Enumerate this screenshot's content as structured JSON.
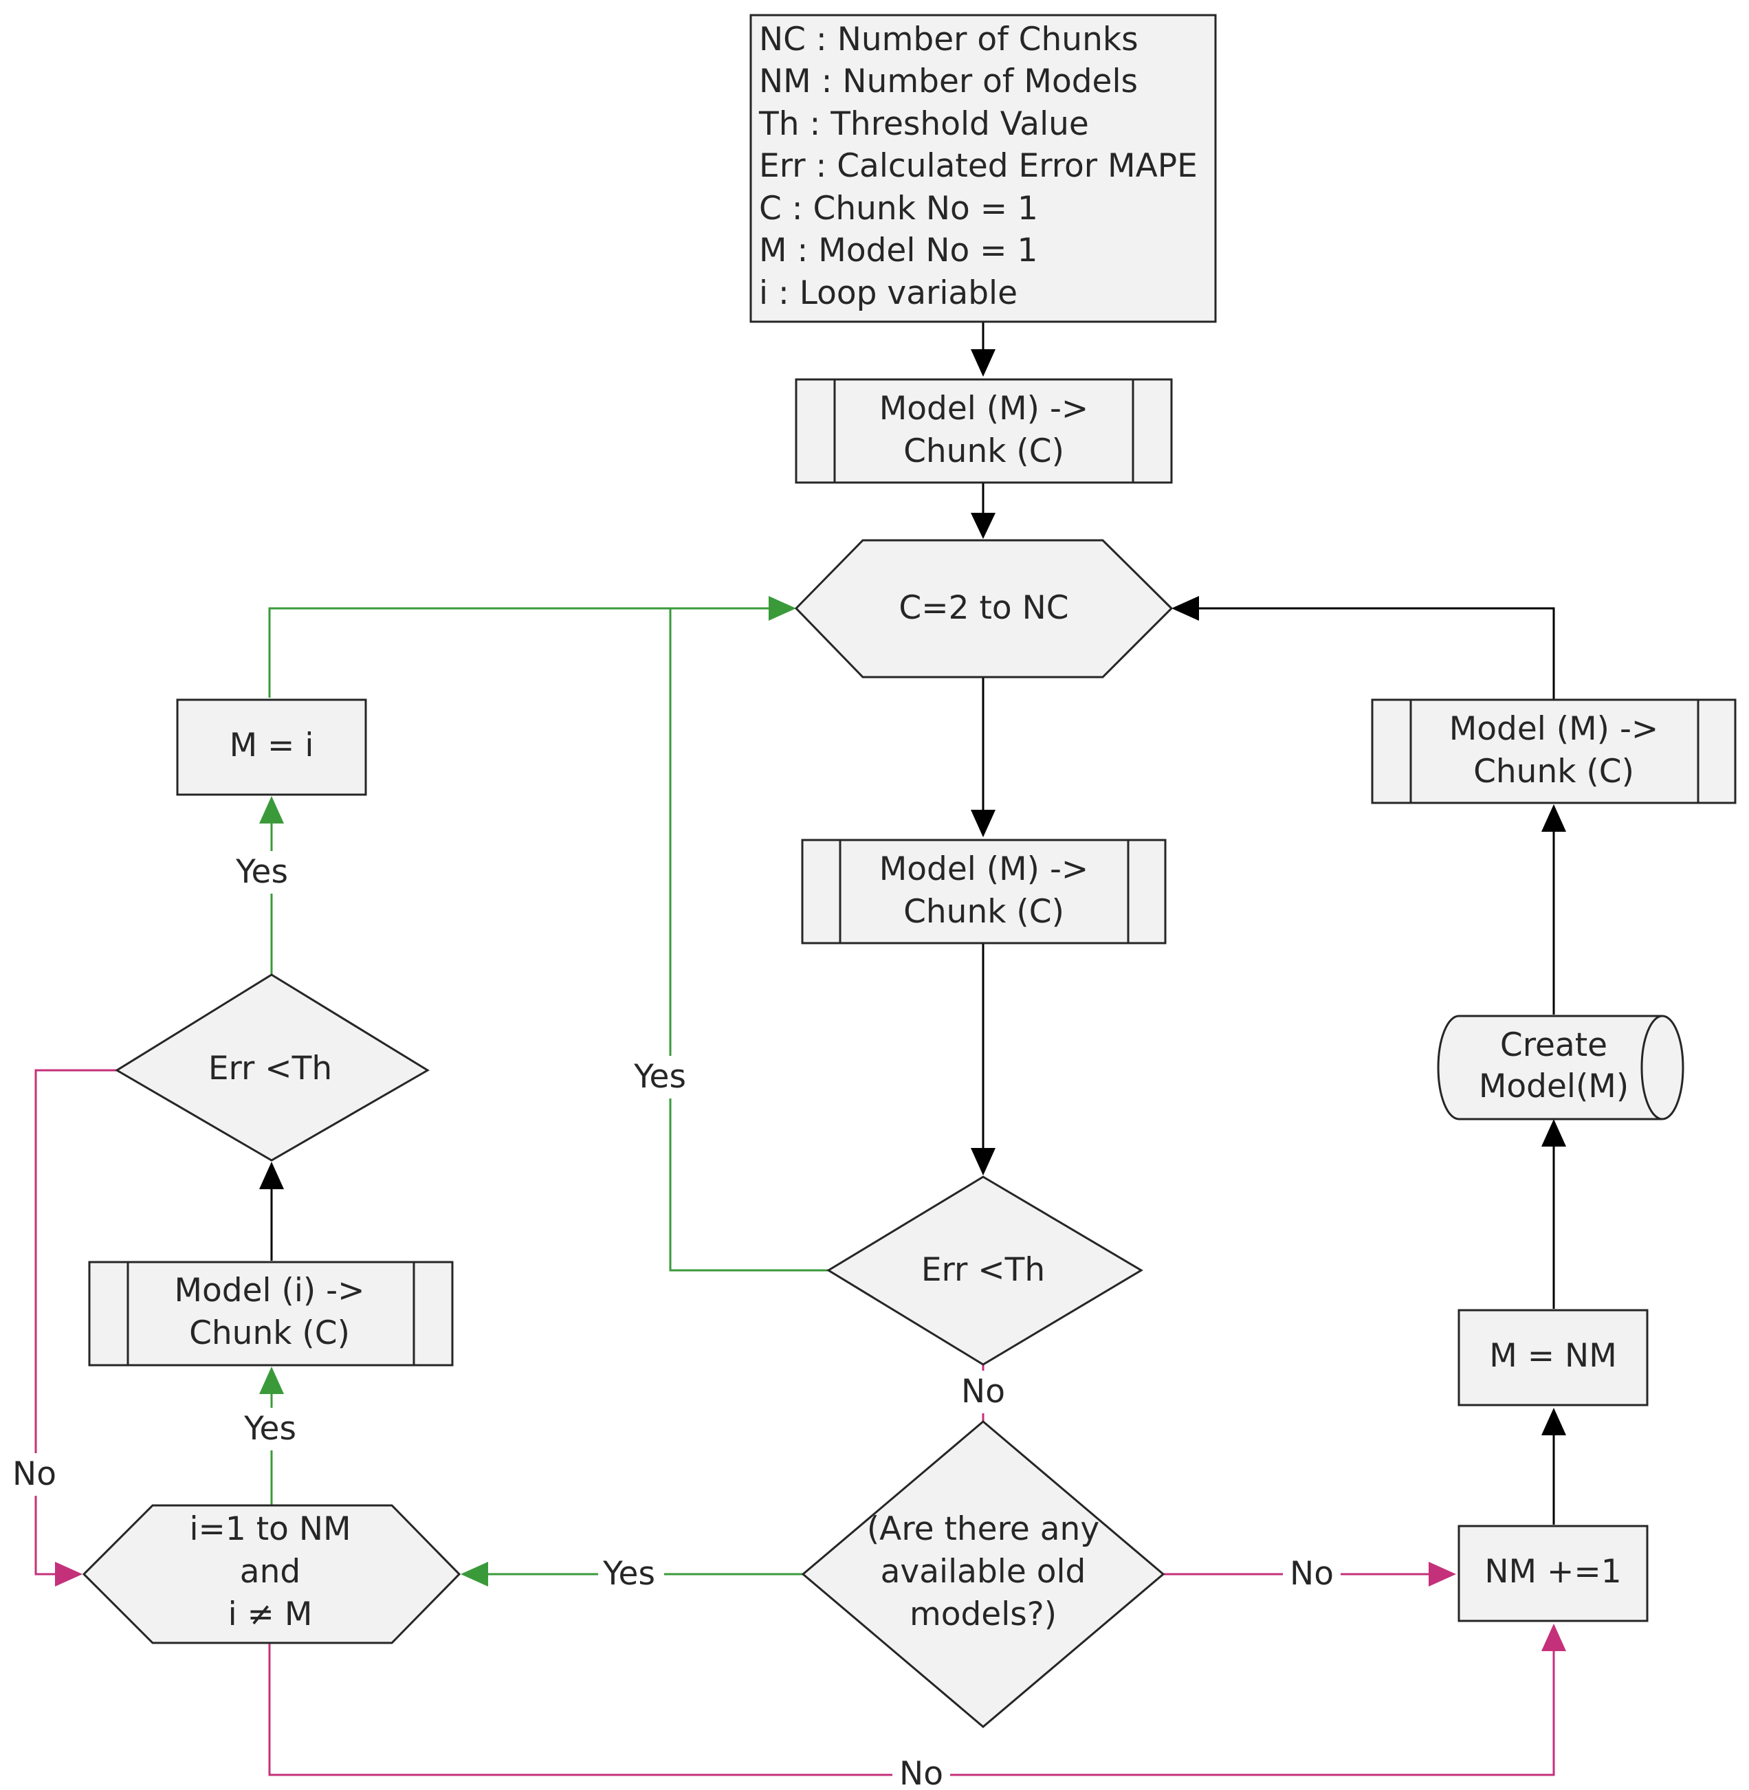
{
  "legend": {
    "lines": [
      "NC  : Number of Chunks",
      "NM : Number of Models",
      "Th   : Threshold Value",
      "Err   : Calculated Error MAPE",
      "C      : Chunk No = 1",
      "M     : Model No = 1",
      "i       : Loop variable"
    ]
  },
  "nodes": {
    "process_top": {
      "lines": [
        "Model (M) ->",
        "Chunk (C)"
      ]
    },
    "loop_chunks": {
      "lines": [
        "C=2 to NC"
      ]
    },
    "process_mid": {
      "lines": [
        "Model (M) ->",
        "Chunk (C)"
      ]
    },
    "decision_mid": {
      "lines": [
        "Err <Th"
      ]
    },
    "decision_old": {
      "lines": [
        "(Are there any",
        "available old",
        "models?)"
      ]
    },
    "loop_models": {
      "lines": [
        "i=1 to NM",
        "and",
        "i ≠ M"
      ]
    },
    "process_left": {
      "lines": [
        "Model (i) ->",
        "Chunk (C)"
      ]
    },
    "decision_left": {
      "lines": [
        "Err <Th"
      ]
    },
    "assign_m_i": {
      "lines": [
        "M = i"
      ]
    },
    "increment_nm": {
      "lines": [
        "NM +=1"
      ]
    },
    "assign_m_nm": {
      "lines": [
        "M = NM"
      ]
    },
    "create_model": {
      "lines": [
        "Create",
        "Model(M)"
      ]
    },
    "process_right": {
      "lines": [
        "Model (M) ->",
        "Chunk (C)"
      ]
    }
  },
  "edge_labels": {
    "yes_mid_to_loop": "Yes",
    "no_mid_to_old": "No",
    "yes_old_to_loop_models": "Yes",
    "no_old_to_increment": "No",
    "yes_loop_models_to_process": "Yes",
    "yes_left_to_assign": "Yes",
    "no_left_to_loop_models": "No",
    "no_loop_models_to_increment": "No"
  },
  "colors": {
    "yes_path": "#3a9a3a",
    "no_path": "#c4317a",
    "default_path": "#000000",
    "node_fill": "#f2f2f2",
    "node_stroke": "#262626"
  }
}
